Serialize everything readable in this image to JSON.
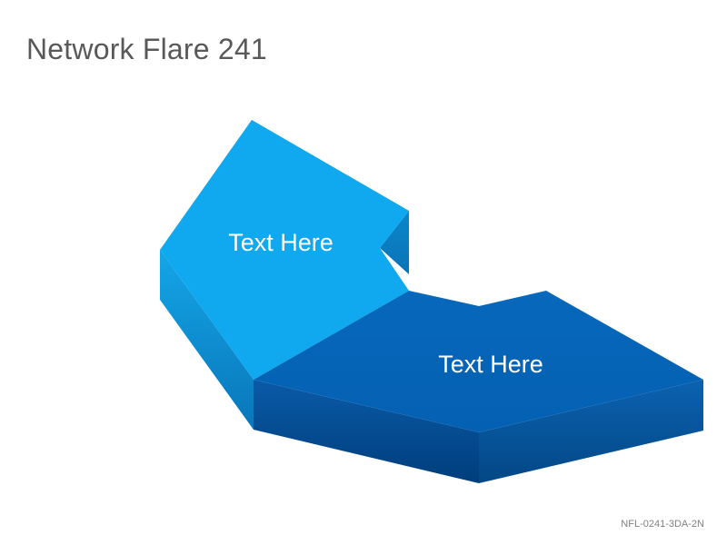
{
  "title": "Network Flare 241",
  "shapes": [
    {
      "label": "Text Here",
      "color": "#10A8EE"
    },
    {
      "label": "Text Here",
      "color": "#0563B6"
    }
  ],
  "footer": {
    "code": "NFL-0241-3DA-2N"
  }
}
